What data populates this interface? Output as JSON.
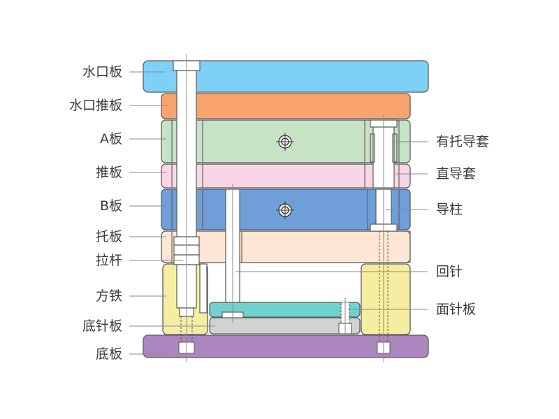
{
  "labels_left": [
    "水口板",
    "水口推板",
    "A板",
    "推板",
    "B板",
    "托板",
    "拉杆",
    "方铁",
    "底针板",
    "底板"
  ],
  "labels_right": [
    "有托导套",
    "直导套",
    "导柱",
    "回针",
    "面针板"
  ],
  "colors": {
    "nozzle_plate": "#7dd1f6",
    "nozzle_stripper_plate": "#f9a46c",
    "a_plate": "#c6e3c6",
    "stripper_plate": "#f8d6e6",
    "b_plate": "#6f9ed8",
    "support_plate": "#fde6d3",
    "spacer_block": "#f5eea2",
    "ejector_retainer_plate": "#6fd2cf",
    "ejector_plate": "#d2d2d2",
    "clamp_plate": "#ac86be",
    "outline": "#5a5a5a",
    "leader": "#8a8a8a"
  }
}
